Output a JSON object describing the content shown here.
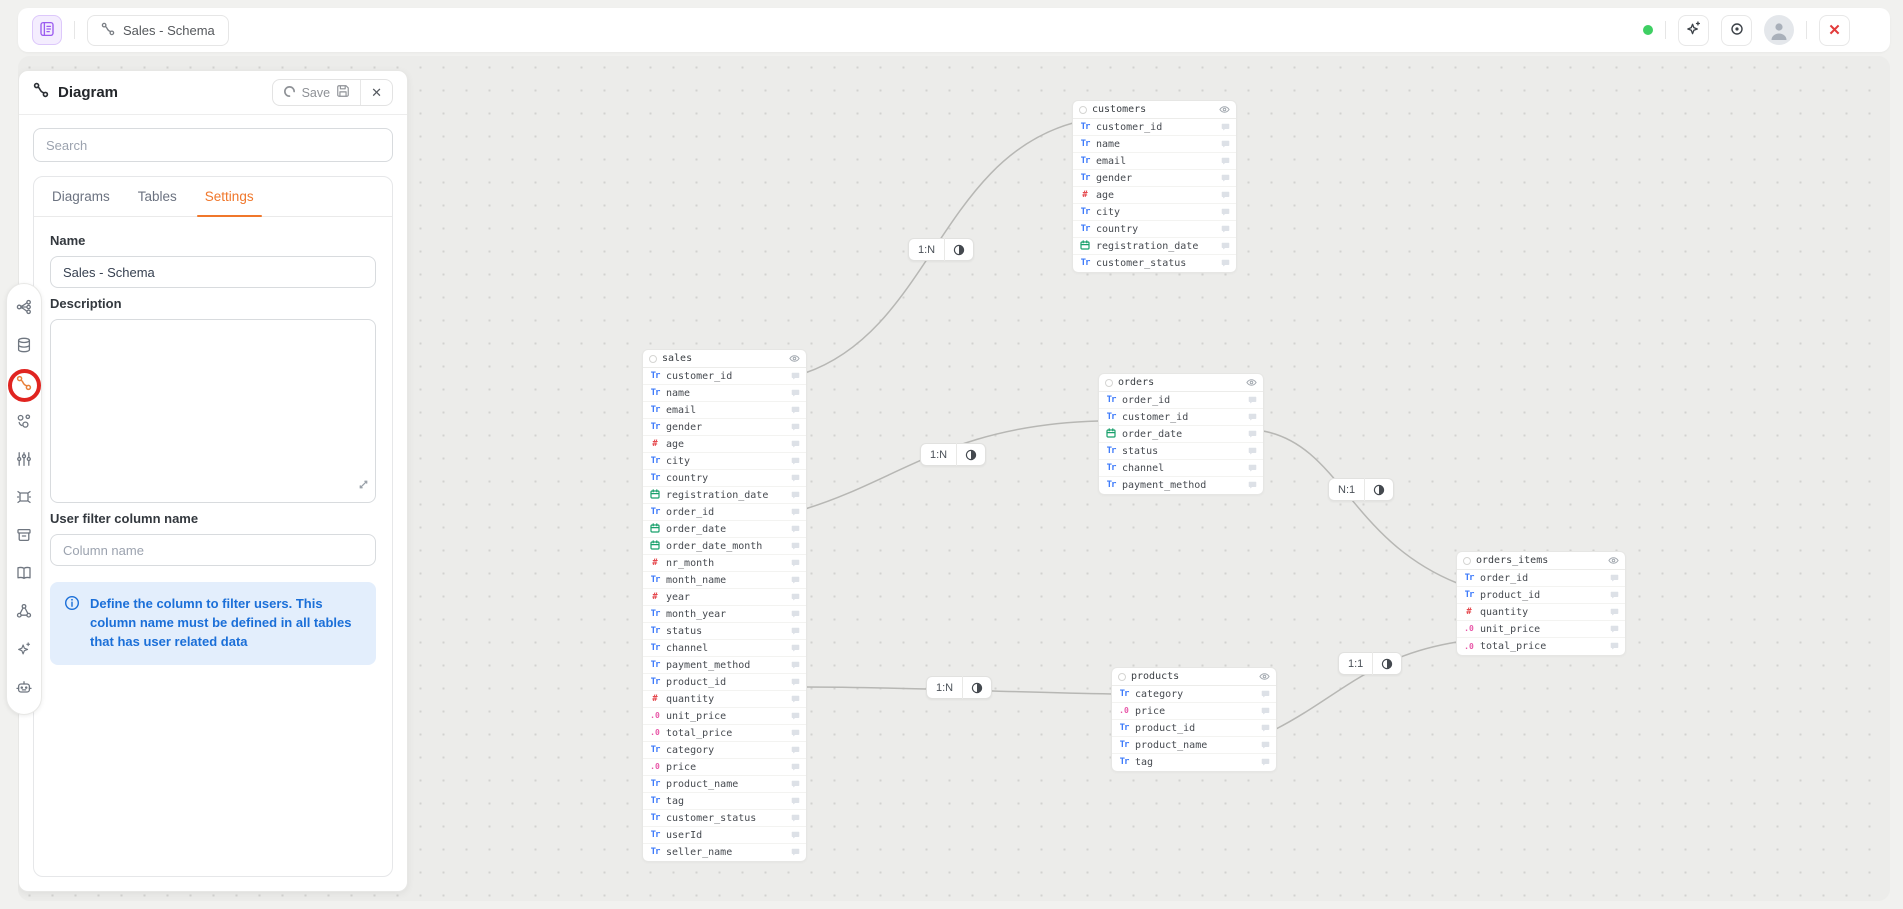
{
  "topbar": {
    "tab_label": "Sales - Schema",
    "status_dot_color": "#3ecf63",
    "logo_icon": "journal-icon",
    "tab_icon": "schema-icon",
    "action_icons": [
      "ai-sparkle-icon",
      "settings-target-icon",
      "user-avatar",
      "close-icon"
    ]
  },
  "panel": {
    "title": "Diagram",
    "title_icon": "schema-icon",
    "save_label": "Save",
    "search_placeholder": "Search",
    "tabs": [
      {
        "label": "Diagrams",
        "active": false
      },
      {
        "label": "Tables",
        "active": false
      },
      {
        "label": "Settings",
        "active": true
      }
    ],
    "name_label": "Name",
    "name_value": "Sales - Schema",
    "description_label": "Description",
    "description_value": "",
    "user_filter_label": "User filter column name",
    "user_filter_placeholder": "Column name",
    "info_text": "Define the column to filter users. This column name must be defined in all tables that has user related data",
    "info_color": "#1b6fd8",
    "accent_color": "#f0772b"
  },
  "icon_rail": {
    "items": [
      {
        "icon": "flow-icon"
      },
      {
        "icon": "database-icon"
      },
      {
        "icon": "schema-icon",
        "active": true,
        "highlighted": true
      },
      {
        "icon": "bubbles-icon"
      },
      {
        "icon": "sliders-icon"
      },
      {
        "icon": "cube-icon"
      },
      {
        "icon": "archive-icon"
      },
      {
        "icon": "map-icon"
      },
      {
        "icon": "nodes-icon"
      },
      {
        "icon": "sparkle-icon"
      },
      {
        "icon": "robot-icon"
      }
    ]
  },
  "annotation": {
    "type": "red-circle-highlight",
    "target": "schema-icon",
    "color": "#e02420"
  },
  "diagram": {
    "type_colors": {
      "text": "#3e7bfa",
      "number": "#e5484d",
      "date": "#18a06b",
      "decimal": "#e857a8"
    },
    "tables": [
      {
        "name": "customers",
        "columns": [
          {
            "name": "customer_id",
            "type": "text"
          },
          {
            "name": "name",
            "type": "text"
          },
          {
            "name": "email",
            "type": "text"
          },
          {
            "name": "gender",
            "type": "text"
          },
          {
            "name": "age",
            "type": "number"
          },
          {
            "name": "city",
            "type": "text"
          },
          {
            "name": "country",
            "type": "text"
          },
          {
            "name": "registration_date",
            "type": "date"
          },
          {
            "name": "customer_status",
            "type": "text"
          }
        ]
      },
      {
        "name": "sales",
        "columns": [
          {
            "name": "customer_id",
            "type": "text"
          },
          {
            "name": "name",
            "type": "text"
          },
          {
            "name": "email",
            "type": "text"
          },
          {
            "name": "gender",
            "type": "text"
          },
          {
            "name": "age",
            "type": "number"
          },
          {
            "name": "city",
            "type": "text"
          },
          {
            "name": "country",
            "type": "text"
          },
          {
            "name": "registration_date",
            "type": "date"
          },
          {
            "name": "order_id",
            "type": "text"
          },
          {
            "name": "order_date",
            "type": "date"
          },
          {
            "name": "order_date_month",
            "type": "date"
          },
          {
            "name": "nr_month",
            "type": "number"
          },
          {
            "name": "month_name",
            "type": "text"
          },
          {
            "name": "year",
            "type": "number"
          },
          {
            "name": "month_year",
            "type": "text"
          },
          {
            "name": "status",
            "type": "text"
          },
          {
            "name": "channel",
            "type": "text"
          },
          {
            "name": "payment_method",
            "type": "text"
          },
          {
            "name": "product_id",
            "type": "text"
          },
          {
            "name": "quantity",
            "type": "number"
          },
          {
            "name": "unit_price",
            "type": "decimal"
          },
          {
            "name": "total_price",
            "type": "decimal"
          },
          {
            "name": "category",
            "type": "text"
          },
          {
            "name": "price",
            "type": "decimal"
          },
          {
            "name": "product_name",
            "type": "text"
          },
          {
            "name": "tag",
            "type": "text"
          },
          {
            "name": "customer_status",
            "type": "text"
          },
          {
            "name": "userId",
            "type": "text"
          },
          {
            "name": "seller_name",
            "type": "text"
          }
        ]
      },
      {
        "name": "orders",
        "columns": [
          {
            "name": "order_id",
            "type": "text"
          },
          {
            "name": "customer_id",
            "type": "text"
          },
          {
            "name": "order_date",
            "type": "date"
          },
          {
            "name": "status",
            "type": "text"
          },
          {
            "name": "channel",
            "type": "text"
          },
          {
            "name": "payment_method",
            "type": "text"
          }
        ]
      },
      {
        "name": "products",
        "columns": [
          {
            "name": "category",
            "type": "text"
          },
          {
            "name": "price",
            "type": "decimal"
          },
          {
            "name": "product_id",
            "type": "text"
          },
          {
            "name": "product_name",
            "type": "text"
          },
          {
            "name": "tag",
            "type": "text"
          }
        ]
      },
      {
        "name": "orders_items",
        "columns": [
          {
            "name": "order_id",
            "type": "text"
          },
          {
            "name": "product_id",
            "type": "text"
          },
          {
            "name": "quantity",
            "type": "number"
          },
          {
            "name": "unit_price",
            "type": "decimal"
          },
          {
            "name": "total_price",
            "type": "decimal"
          }
        ]
      }
    ],
    "relations": [
      {
        "label": "1:N"
      },
      {
        "label": "1:N"
      },
      {
        "label": "N:1"
      },
      {
        "label": "1:N"
      },
      {
        "label": "1:1"
      }
    ]
  }
}
